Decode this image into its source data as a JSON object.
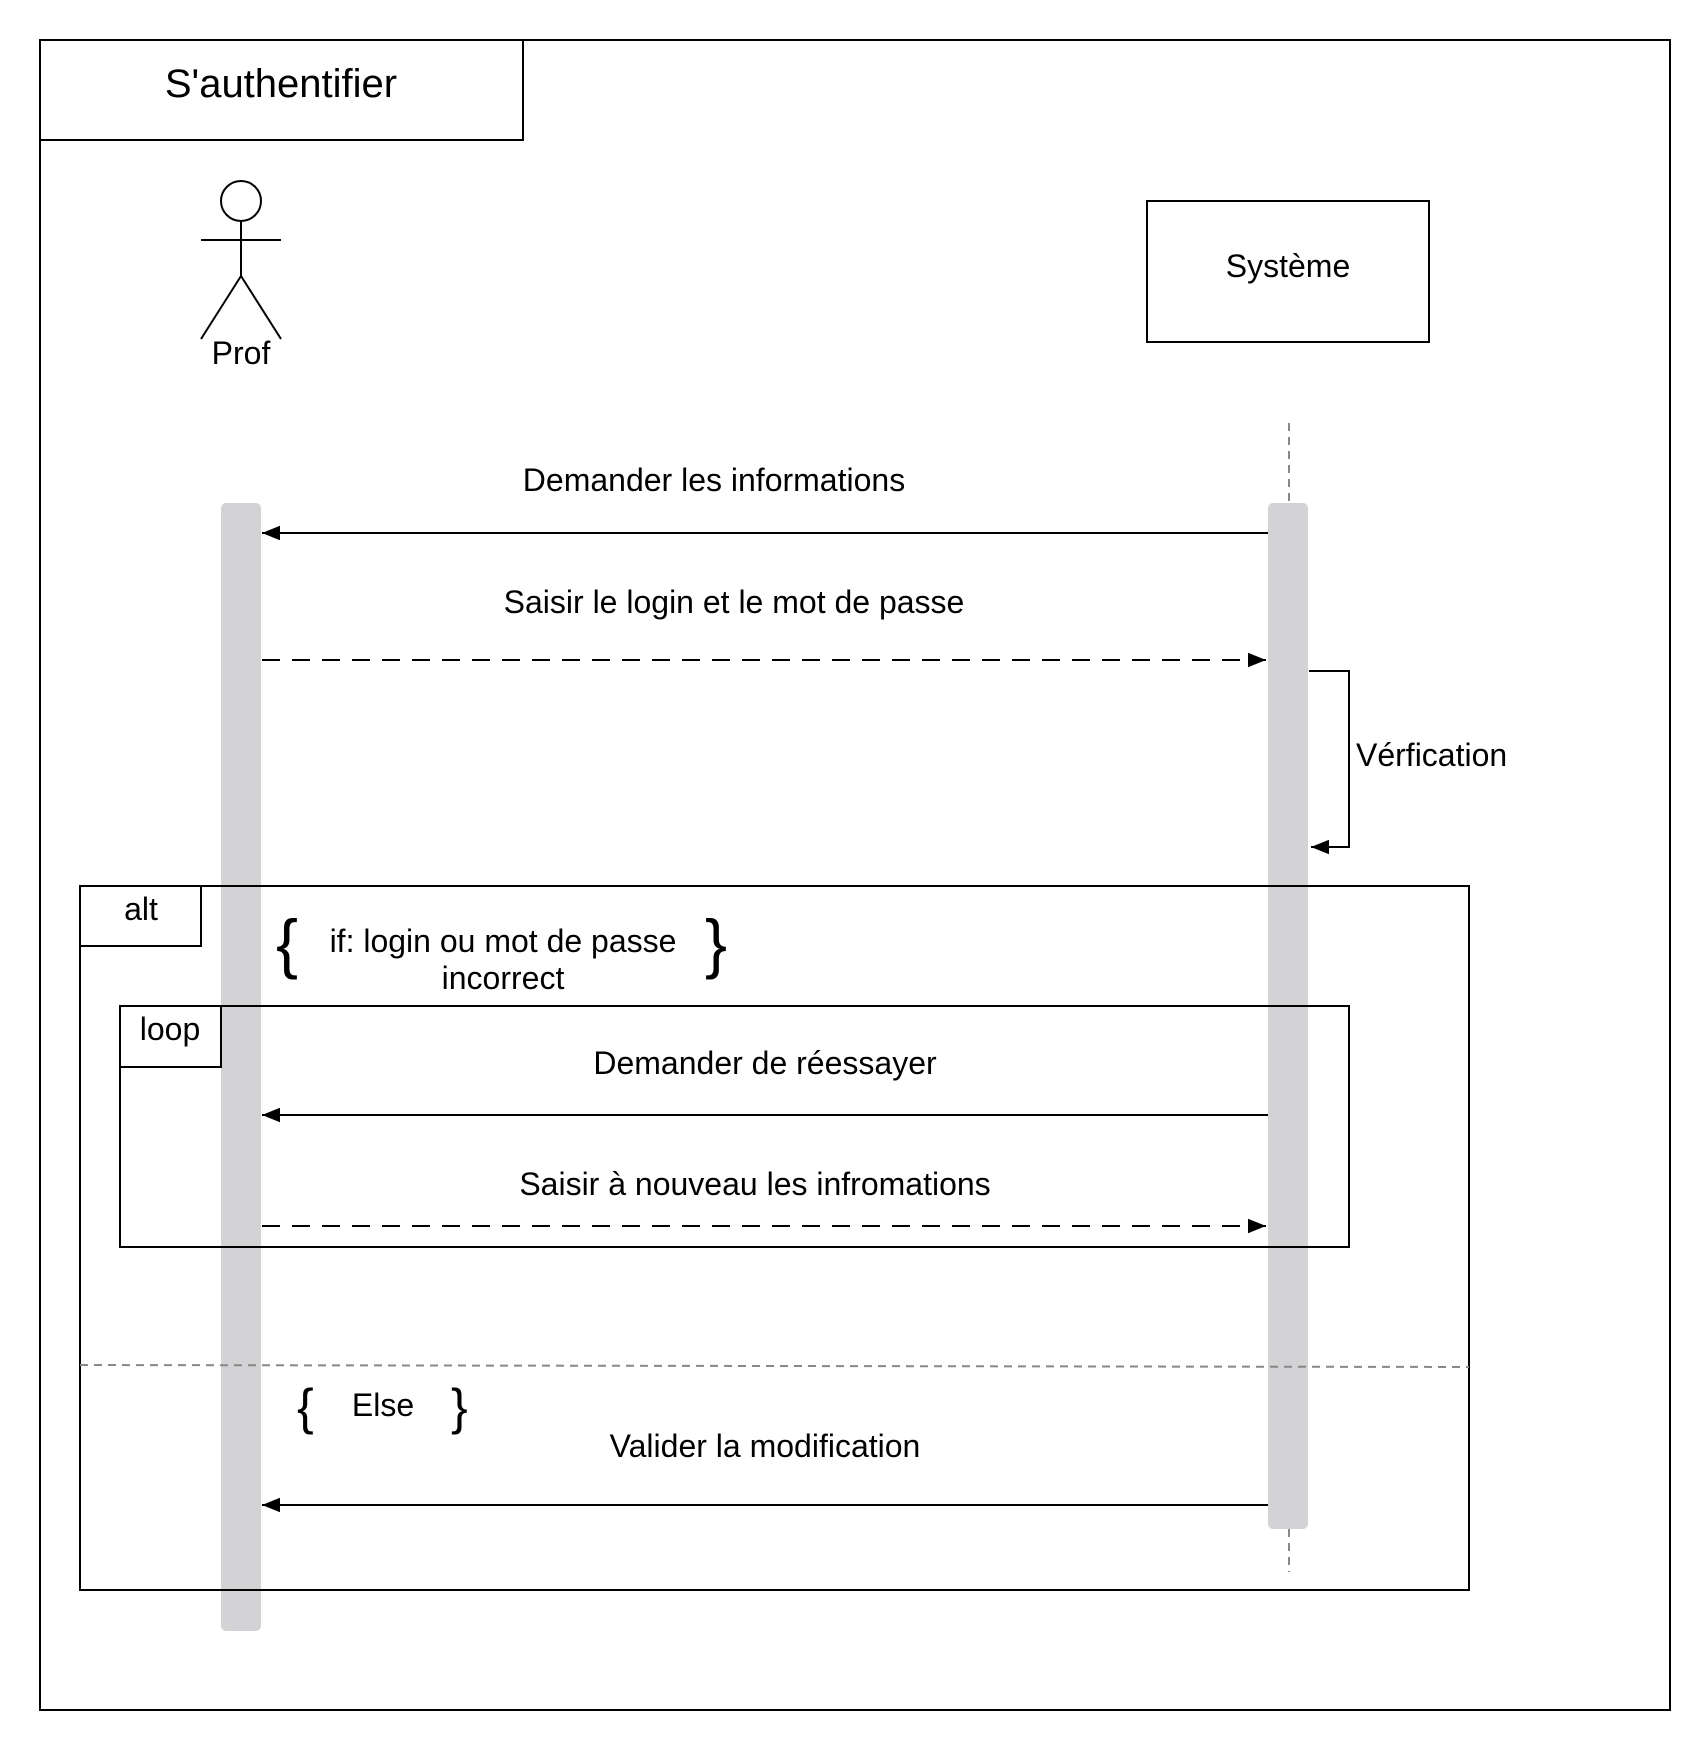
{
  "diagram": {
    "title": "S'authentifier",
    "actor": {
      "name": "Prof"
    },
    "system": {
      "name": "Système"
    },
    "messages": {
      "demander_infos": "Demander les informations",
      "saisir_login": "Saisir le login et le mot de passe",
      "verification": "Vérfication",
      "demander_reessayer": "Demander de réessayer",
      "saisir_nouveau": "Saisir à nouveau les infromations",
      "valider": "Valider la modification"
    },
    "fragments": {
      "alt": {
        "label": "alt",
        "guard_line1": "if: login ou mot de passe",
        "guard_line2": "incorrect",
        "else_label": "Else"
      },
      "loop": {
        "label": "loop"
      }
    },
    "colors": {
      "line": "#000000",
      "activation": "#d3d3d5",
      "lifeline": "#888888",
      "background": "#ffffff"
    }
  }
}
